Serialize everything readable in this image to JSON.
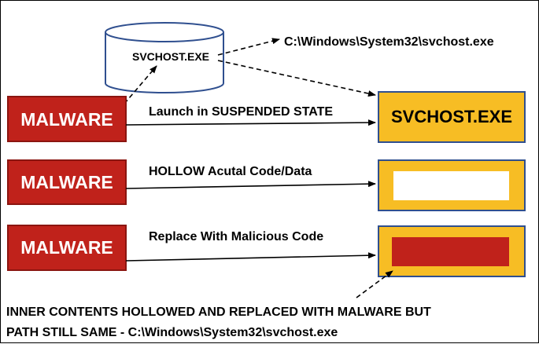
{
  "database": {
    "label": "SVCHOST.EXE"
  },
  "system_path": "C:\\Windows\\System32\\svchost.exe",
  "malware_boxes": [
    {
      "label": "MALWARE"
    },
    {
      "label": "MALWARE"
    },
    {
      "label": "MALWARE"
    }
  ],
  "steps": [
    {
      "label": "Launch in SUSPENDED STATE"
    },
    {
      "label": "HOLLOW Acutal Code/Data"
    },
    {
      "label": "Replace With Malicious Code"
    }
  ],
  "target_process": {
    "label": "SVCHOST.EXE"
  },
  "note": {
    "line1": "INNER CONTENTS HOLLOWED AND REPLACED WITH MALWARE BUT",
    "line2": "PATH STILL SAME - C:\\Windows\\System32\\svchost.exe"
  },
  "colors": {
    "malware_fill": "#C0221B",
    "malware_border": "#8B1510",
    "process_fill": "#F7BD24",
    "process_border": "#2F4F8F",
    "hollow_fill": "#FFFFFF"
  }
}
